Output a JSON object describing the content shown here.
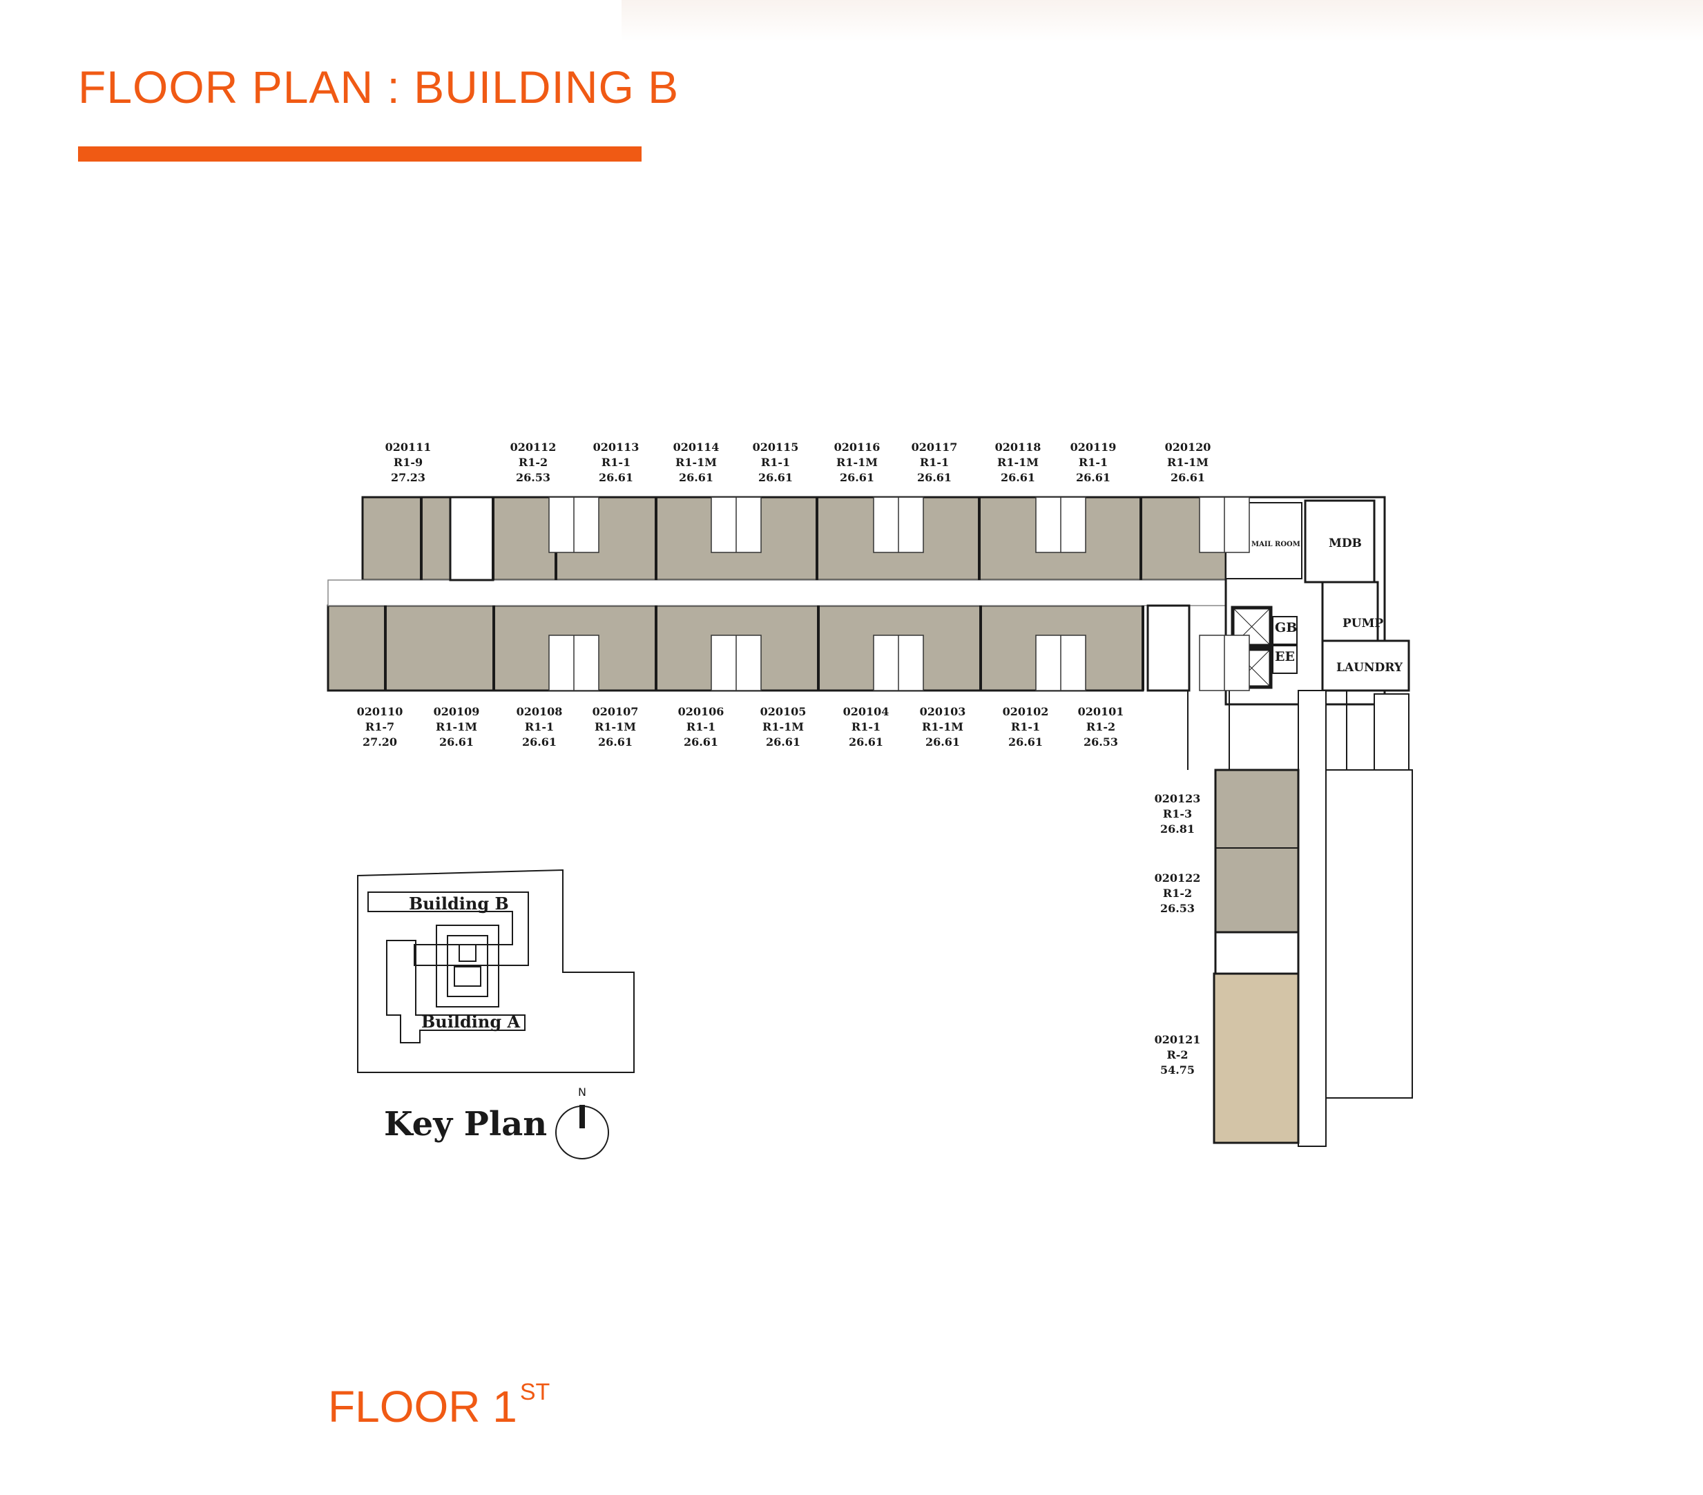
{
  "header": {
    "title": "FLOOR PLAN : BUILDING B",
    "accent_color": "#f05a14"
  },
  "floor": {
    "label": "FLOOR 1",
    "suffix": "ST"
  },
  "units_top": [
    {
      "id": "020111",
      "type": "R1-9",
      "area": "27.23"
    },
    {
      "id": "020112",
      "type": "R1-2",
      "area": "26.53"
    },
    {
      "id": "020113",
      "type": "R1-1",
      "area": "26.61"
    },
    {
      "id": "020114",
      "type": "R1-1M",
      "area": "26.61"
    },
    {
      "id": "020115",
      "type": "R1-1",
      "area": "26.61"
    },
    {
      "id": "020116",
      "type": "R1-1M",
      "area": "26.61"
    },
    {
      "id": "020117",
      "type": "R1-1",
      "area": "26.61"
    },
    {
      "id": "020118",
      "type": "R1-1M",
      "area": "26.61"
    },
    {
      "id": "020119",
      "type": "R1-1",
      "area": "26.61"
    },
    {
      "id": "020120",
      "type": "R1-1M",
      "area": "26.61"
    }
  ],
  "units_bottom": [
    {
      "id": "020110",
      "type": "R1-7",
      "area": "27.20"
    },
    {
      "id": "020109",
      "type": "R1-1M",
      "area": "26.61"
    },
    {
      "id": "020108",
      "type": "R1-1",
      "area": "26.61"
    },
    {
      "id": "020107",
      "type": "R1-1M",
      "area": "26.61"
    },
    {
      "id": "020106",
      "type": "R1-1",
      "area": "26.61"
    },
    {
      "id": "020105",
      "type": "R1-1M",
      "area": "26.61"
    },
    {
      "id": "020104",
      "type": "R1-1",
      "area": "26.61"
    },
    {
      "id": "020103",
      "type": "R1-1M",
      "area": "26.61"
    },
    {
      "id": "020102",
      "type": "R1-1",
      "area": "26.61"
    },
    {
      "id": "020101",
      "type": "R1-2",
      "area": "26.53"
    }
  ],
  "units_wing": [
    {
      "id": "020123",
      "type": "R1-3",
      "area": "26.81"
    },
    {
      "id": "020122",
      "type": "R1-2",
      "area": "26.53"
    },
    {
      "id": "020121",
      "type": "R-2",
      "area": "54.75"
    }
  ],
  "rooms": {
    "mail_room": "MAIL ROOM",
    "mdb": "MDB",
    "pump": "PUMP",
    "laundry": "LAUNDRY",
    "gb": "GB",
    "ee": "EE"
  },
  "key_plan": {
    "title": "Key Plan",
    "building_b": "Building B",
    "building_a": "Building A",
    "north": "N"
  },
  "colors": {
    "unit_fill": "#b4ae9f",
    "large_unit_fill": "#d3c4a7",
    "wall": "#1a1a1a"
  }
}
